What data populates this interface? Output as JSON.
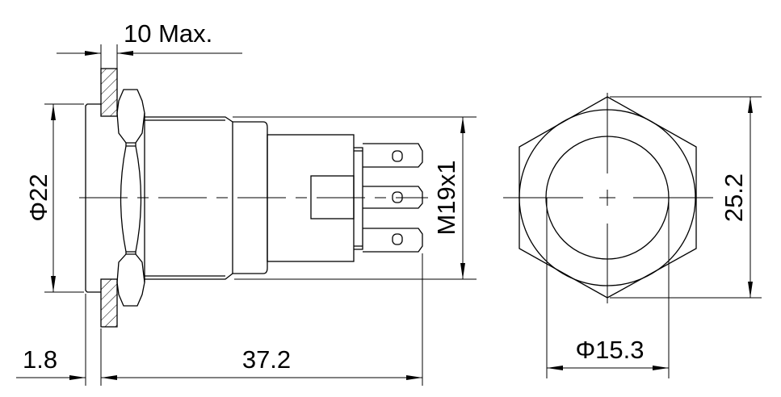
{
  "drawing": {
    "side_view": {
      "panel_thickness_label": "10 Max.",
      "bezel_diameter_label": "Φ22",
      "bezel_thickness_label": "1.8",
      "length_label": "37.2",
      "thread_label": "M19x1"
    },
    "front_view": {
      "hex_across_label": "25.2",
      "button_diameter_label": "Φ15.3"
    },
    "colors": {
      "line": "#000000",
      "background": "#ffffff"
    }
  }
}
